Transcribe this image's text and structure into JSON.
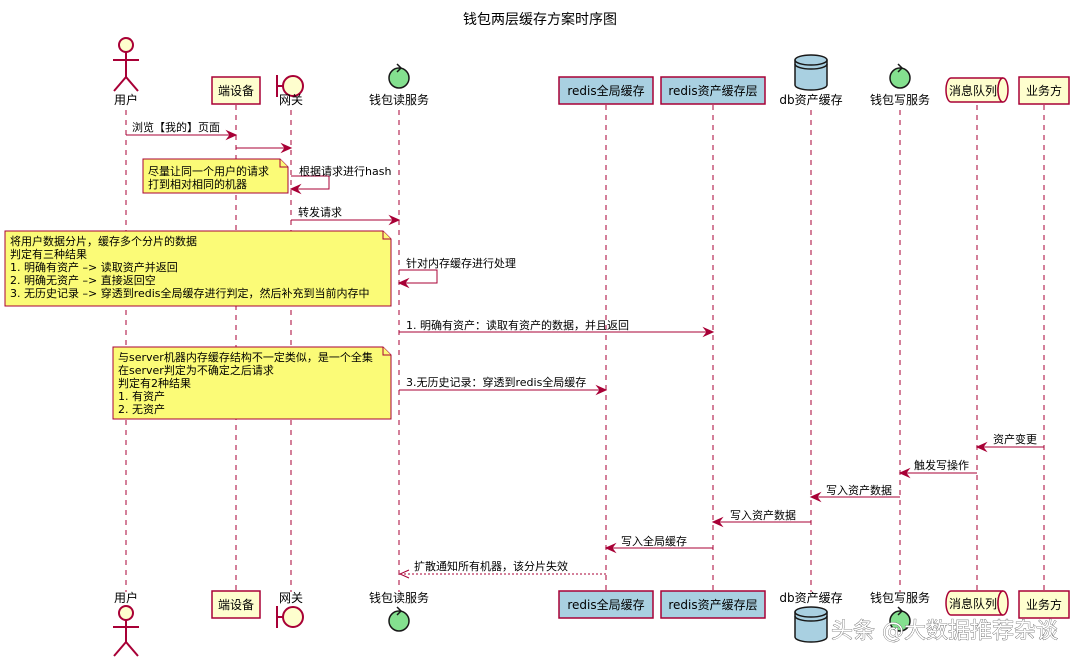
{
  "title": "钱包两层缓存方案时序图",
  "participants": {
    "user": "用户",
    "device": "端设备",
    "gateway": "网关",
    "wallet_read": "钱包读服务",
    "redis_global": "redis全局缓存",
    "redis_asset": "redis资产缓存层",
    "db": "db资产缓存",
    "wallet_write": "钱包写服务",
    "mq": "消息队列",
    "business": "业务方"
  },
  "messages": {
    "m1": "浏览【我的】页面",
    "m2": "根据请求进行hash",
    "m3": "转发请求",
    "m4": "针对内存缓存进行处理",
    "m5": "1. 明确有资产：读取有资产的数据，并且返回",
    "m6": "3.无历史记录：穿透到redis全局缓存",
    "m7": "资产变更",
    "m8": "触发写操作",
    "m9": "写入资产数据",
    "m10": "写入资产数据",
    "m11": "写入全局缓存",
    "m12": "扩散通知所有机器，该分片失效"
  },
  "notes": {
    "n1": [
      "尽量让同一个用户的请求",
      "打到相对相同的机器"
    ],
    "n2": [
      "将用户数据分片，缓存多个分片的数据",
      "判定有三种结果",
      "1. 明确有资产 –> 读取资产并返回",
      "2. 明确无资产 –> 直接返回空",
      "3. 无历史记录 –> 穿透到redis全局缓存进行判定，然后补充到当前内存中"
    ],
    "n3": [
      "与server机器内存缓存结构不一定类似，是一个全集",
      "在server判定为不确定之后请求",
      "判定有2种结果",
      "1. 有资产",
      "2. 无资产"
    ]
  },
  "watermark": "头条 @大数据推荐杂谈",
  "colors": {
    "line": "#a80036",
    "participant_fill": "#fefece",
    "redis_fill": "#a9d0e1",
    "control_fill": "#84e08f",
    "note_fill": "#fbfb77"
  },
  "icons": {
    "user": "actor-stick-figure",
    "gateway": "boundary-icon",
    "wallet_read": "control-icon",
    "db": "database-cylinder-icon",
    "wallet_write": "control-icon",
    "mq": "queue-icon"
  }
}
